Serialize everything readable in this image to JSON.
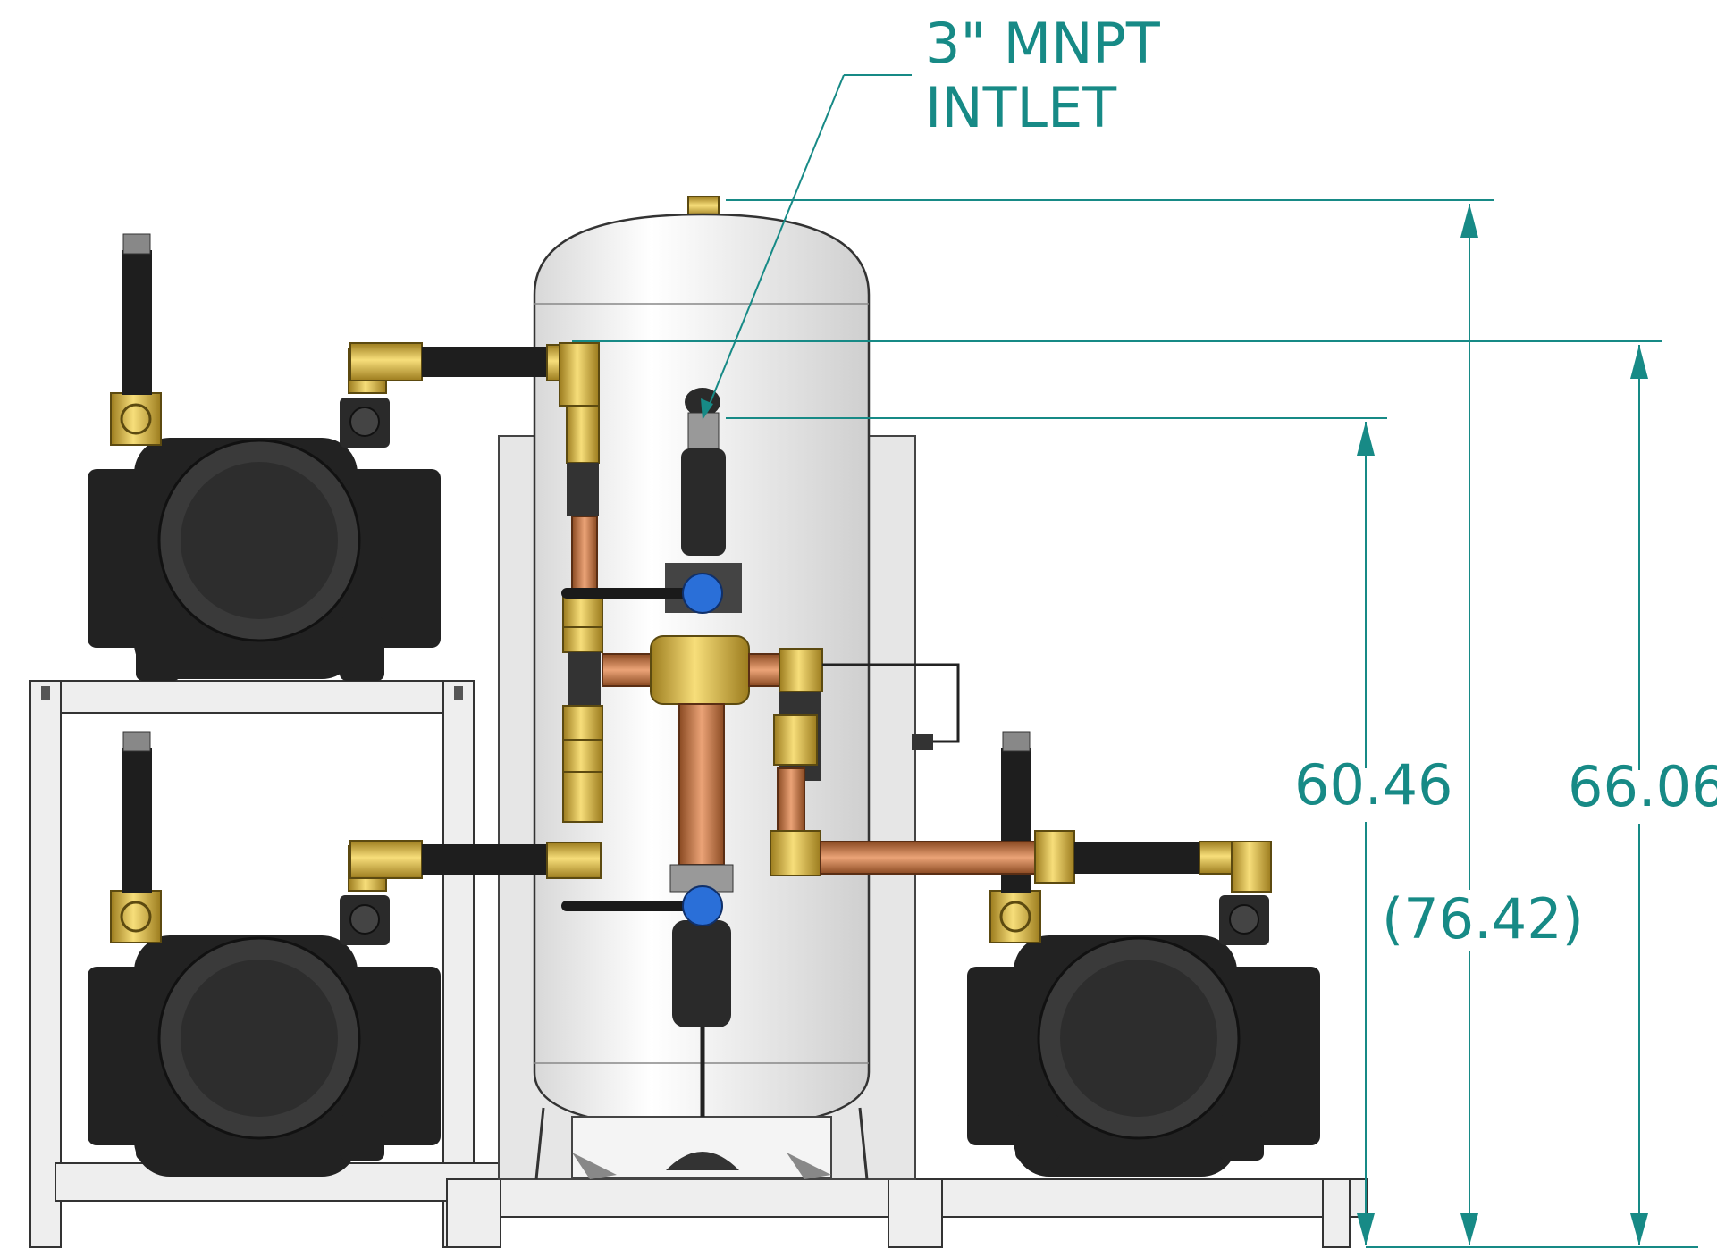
{
  "callout": {
    "line1": "3\" MNPT",
    "line2": "INTLET"
  },
  "dimensions": {
    "d1": "60.46",
    "d2": "66.06",
    "d3": "(76.42)"
  },
  "colors": {
    "dimension": "#178a86",
    "brass": "#e3c24b",
    "copper": "#c97f4d",
    "pump": "#222222",
    "tank": "#f2f2f2",
    "valve_handle_blue": "#2a6fd8"
  }
}
